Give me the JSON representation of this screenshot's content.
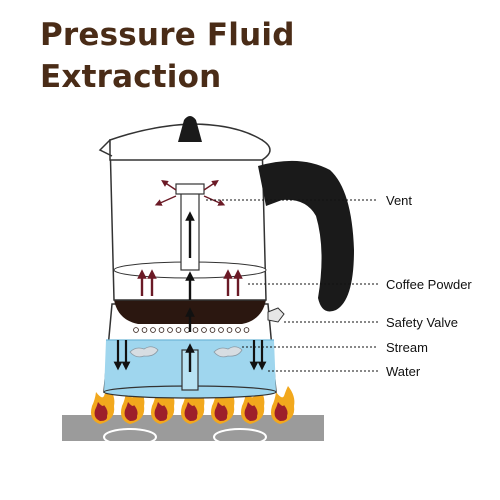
{
  "title": {
    "line1": "Pressure Fluid",
    "line2": "Extraction"
  },
  "labels": {
    "vent": "Vent",
    "coffee_powder": "Coffee Powder",
    "safety_valve": "Safety Valve",
    "stream": "Stream",
    "water": "Water"
  },
  "colors": {
    "title": "#4a2c17",
    "water": "#9fd6ee",
    "coffee_powder": "#2b1710",
    "arrow_up": "#6b1a26",
    "flame_outer": "#f2a81d",
    "flame_inner": "#9c1f2a",
    "stove": "#9b9b9b",
    "handle": "#1a1a1a"
  },
  "flame_count": 7
}
